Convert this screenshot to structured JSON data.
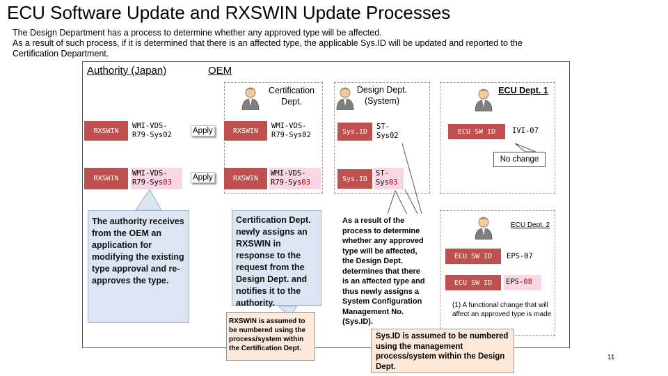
{
  "title": "ECU Software Update and RXSWIN Update Processes",
  "intro": {
    "line1": "The Design Department has a process to determine whether any approved type will be affected.",
    "line2": "As a result of such process, if it is determined that there is an affected type, the applicable Sys.ID will be updated and reported to the Certification Department."
  },
  "headers": {
    "authority": "Authority (Japan)",
    "oem": "OEM"
  },
  "departments": {
    "certification": "Certification\nDept.",
    "design": "Design Dept.\n(System)",
    "ecu1": "ECU Dept. 1",
    "ecu2": "ECU Dept. 2"
  },
  "authority_rows": [
    {
      "tag": "RXSWIN",
      "value_prefix": "WMI-VDS-\nR79-Sys",
      "value_suffix": "02"
    },
    {
      "tag": "RXSWIN",
      "value_prefix": "WMI-VDS-\nR79-Sys",
      "value_suffix": "03"
    }
  ],
  "apply_label": "Apply",
  "cert_rows": [
    {
      "tag": "RXSWIN",
      "value_prefix": "WMI-VDS-\nR79-Sys",
      "value_suffix": "02"
    },
    {
      "tag": "RXSWIN",
      "value_prefix": "WMI-VDS-\nR79-Sys",
      "value_suffix": "03"
    }
  ],
  "design_rows": [
    {
      "tag": "Sys.ID",
      "value_prefix": "ST-\nSys",
      "value_suffix": "02"
    },
    {
      "tag": "Sys.ID",
      "value_prefix": "ST-\nSys",
      "value_suffix": "03"
    }
  ],
  "ecu1": {
    "tag": "ECU SW ID",
    "value": "IVI-07",
    "note": "No change"
  },
  "ecu2": {
    "rows": [
      {
        "tag": "ECU SW ID",
        "value_prefix": "EPS-",
        "value_suffix": "07"
      },
      {
        "tag": "ECU SW ID",
        "value_prefix": "EPS-",
        "value_suffix": "08"
      }
    ],
    "note": "(1) A functional change that will affect an approved type is made"
  },
  "callouts": {
    "authority": "The authority receives from the OEM an application for modifying the existing type approval and re-approves the type.",
    "certification": "Certification Dept. newly assigns an RXSWIN in response to the request from the Design Dept. and notifies it to the authority.",
    "rxswin_assumed": "RXSWIN is assumed to be numbered using the process/system within the Certification Dept.",
    "design": "As a result of the process to determine whether any approved type will be affected, the Design Dept. determines that there is an affected type and thus newly assigns a System Configuration Management No. (Sys.ID).",
    "sysid_assumed": "Sys.ID is assumed to be numbered using the management process/system within the Design Dept."
  },
  "page_number": "11",
  "colors": {
    "tag_red": "#c0504d",
    "highlight_pink": "#f9d6e4",
    "callout_blue": "#dce6f2",
    "callout_peach": "#fde9d9",
    "suffix_red": "#c00000"
  }
}
